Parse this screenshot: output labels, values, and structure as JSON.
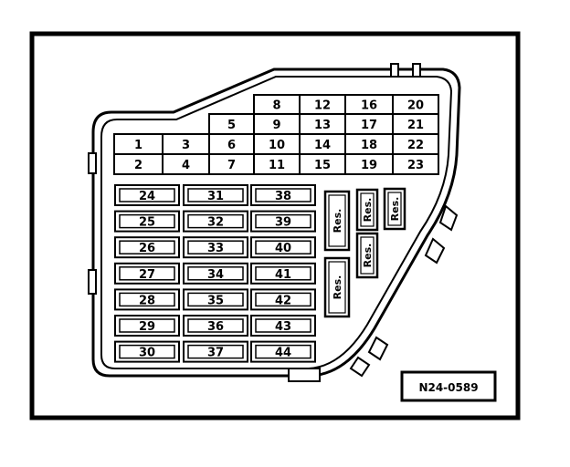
{
  "diagram": {
    "colors": {
      "ink": "#000000",
      "paper": "#ffffff"
    },
    "top_grid": {
      "rows": [
        [
          "",
          "",
          "",
          "8",
          "12",
          "16",
          "20"
        ],
        [
          "",
          "",
          "5",
          "9",
          "13",
          "17",
          "21"
        ],
        [
          "1",
          "3",
          "6",
          "10",
          "14",
          "18",
          "22"
        ],
        [
          "2",
          "4",
          "7",
          "11",
          "15",
          "19",
          "23"
        ]
      ]
    },
    "fuse_columns": [
      [
        "24",
        "25",
        "26",
        "27",
        "28",
        "29",
        "30"
      ],
      [
        "31",
        "32",
        "33",
        "34",
        "35",
        "36",
        "37"
      ],
      [
        "38",
        "39",
        "40",
        "41",
        "42",
        "43",
        "44"
      ]
    ],
    "reserve_label": "Res.",
    "part_number": "N24-0589"
  }
}
